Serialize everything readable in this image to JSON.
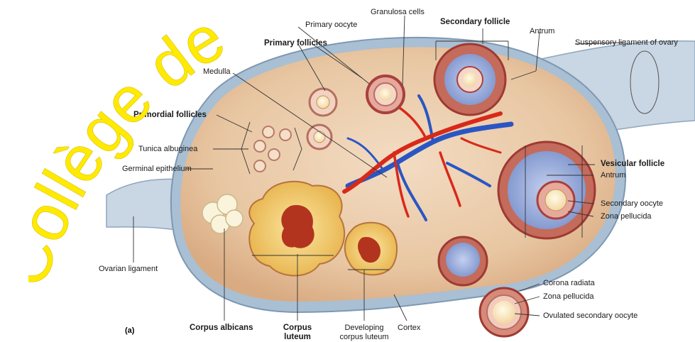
{
  "labels": {
    "granulosa_cells": "Granulosa cells",
    "primary_oocyte": "Primary oocyte",
    "secondary_follicle": "Secondary follicle",
    "antrum_top": "Antrum",
    "suspensory_ligament": "Suspensory ligament of ovary",
    "primary_follicles": "Primary follicles",
    "medulla": "Medulla",
    "primordial_follicles": "Primordial follicles",
    "tunica_albuginea": "Tunica albuginea",
    "germinal_epithelium": "Germinal epithelium",
    "vesicular_follicle": "Vesicular follicle",
    "antrum_right": "Antrum",
    "secondary_oocyte": "Secondary oocyte",
    "zona_pellucida_right": "Zona pellucida",
    "ovarian_ligament": "Ovarian ligament",
    "corona_radiata": "Corona radiata",
    "zona_pellucida_bottom": "Zona pellucida",
    "ovulated_secondary_oocyte": "Ovulated secondary oocyte",
    "corpus_albicans": "Corpus albicans",
    "corpus_luteum_1": "Corpus",
    "corpus_luteum_2": "luteum",
    "developing_corpus_luteum_1": "Developing",
    "developing_corpus_luteum_2": "corpus luteum",
    "cortex": "Cortex"
  },
  "panel_label": "(a)",
  "watermark": "Collège de",
  "colors": {
    "ovary_fill": "#e9c9a8",
    "capsule": "#9fb6cc",
    "artery": "#d8291a",
    "vein": "#2a56c4",
    "follicle_ring": "#a8413e",
    "antrum_fluid": "#8fa6d6",
    "corpus_luteum": "#f2d074",
    "corpus_core": "#b2341e",
    "watermark": "#ffea00"
  }
}
